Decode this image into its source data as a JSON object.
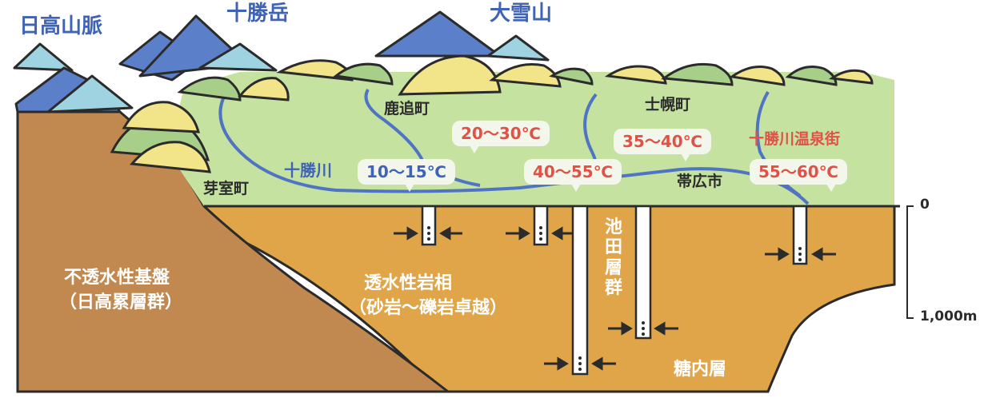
{
  "mountains": {
    "hidaka": "日高山脈",
    "tokachidake": "十勝岳",
    "taisetsuzan": "大雪山"
  },
  "towns": {
    "shikaoi": "鹿追町",
    "shihoro": "士幌町",
    "memuro": "芽室町",
    "obihiro": "帯広市",
    "tokachigawa_onsen": "十勝川温泉街"
  },
  "river": "十勝川",
  "temperatures": [
    {
      "label": "10〜15℃",
      "color": "blue"
    },
    {
      "label": "20〜30℃",
      "color": "red"
    },
    {
      "label": "40〜55℃",
      "color": "red"
    },
    {
      "label": "35〜40℃",
      "color": "red"
    },
    {
      "label": "55〜60℃",
      "color": "red"
    }
  ],
  "strata": {
    "impermeable_title": "不透水性基盤",
    "impermeable_sub": "（日高累層群）",
    "permeable_title": "透水性岩相",
    "permeable_sub": "（砂岩〜礫岩卓越）",
    "ikeda": "池田層群",
    "tonnai": "糖内層"
  },
  "depth_scale": {
    "top": "0",
    "bottom": "1,000m"
  },
  "colors": {
    "sky_mountain_light": "#9fd3e2",
    "mountain_dark": "#5b7fc8",
    "hill_green": "#a8cf8a",
    "hill_yellow": "#f2e489",
    "plain_green": "#c5e2a0",
    "bedrock": "#c1894f",
    "aquifer": "#e0a548",
    "river": "#4f74c4",
    "text_blue": "#3f63b6",
    "text_red": "#e05248"
  }
}
